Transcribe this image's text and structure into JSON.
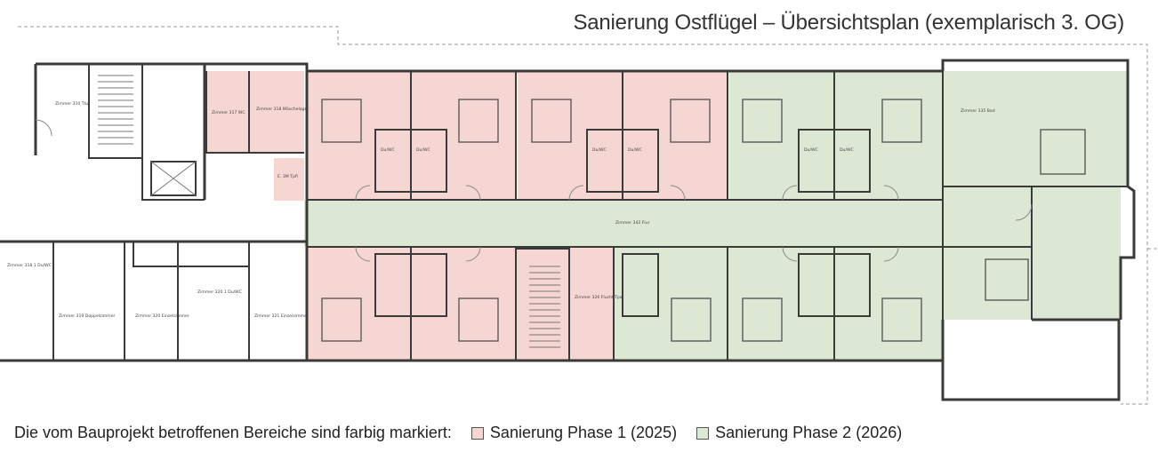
{
  "title": "Sanierung Ostflügel – Übersichtsplan (exemplarisch 3. OG)",
  "legend": {
    "intro": "Die vom Bauprojekt betroffenen Bereiche sind farbig markiert:",
    "items": [
      {
        "label": "Sanierung Phase 1 (2025)",
        "color": "#f6d6d2"
      },
      {
        "label": "Sanierung Phase 2 (2026)",
        "color": "#dde8d4"
      }
    ]
  },
  "colors": {
    "phase1": "#f6d6d2",
    "phase2": "#dde8d4",
    "wall": "#3a3a3a",
    "fixture": "#6a6a6a"
  },
  "rooms": {
    "stair": "Zimmer 310 Ttu",
    "wc": "Zimmer 317 WC",
    "laundry": "Zimmer 318 Wäschelager",
    "storage": "E. 3M Tpfl",
    "corridor": "Zimmer 342 Flur",
    "r1": "Zimmer 318.1 Du/WC",
    "r2": "Zimmer 319 Doppelzimmer",
    "r3": "Zimmer 320 Einzelzimmer",
    "r4": "Zimmer 320.1 Du/WC",
    "r5": "Zimmer 321 Einzelzimmer",
    "stair2": "Zimmer 326 Flucht-Tpa",
    "bath": "Zimmer 335 Bad",
    "duwc": "Du/WC"
  }
}
